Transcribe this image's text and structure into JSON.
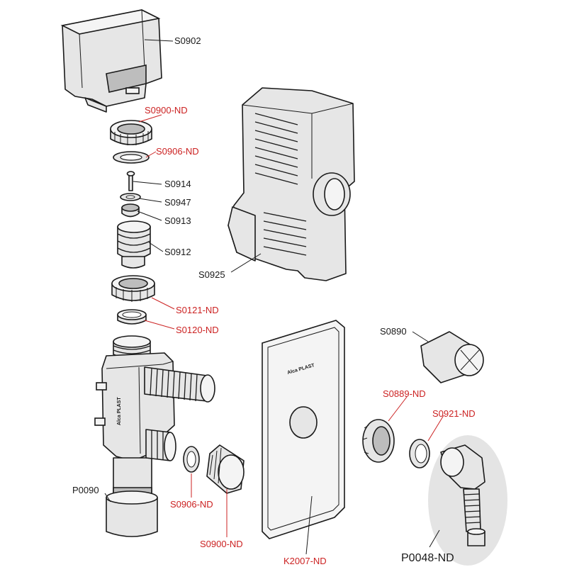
{
  "parts": {
    "s0902": "S0902",
    "s0900_top": "S0900-ND",
    "s0906_top": "S0906-ND",
    "s0914": "S0914",
    "s0947": "S0947",
    "s0913": "S0913",
    "s0912": "S0912",
    "s0121": "S0121-ND",
    "s0120": "S0120-ND",
    "s0925": "S0925",
    "s0890": "S0890",
    "s0889": "S0889-ND",
    "s0921": "S0921-ND",
    "p0090": "P0090",
    "s0906_bottom": "S0906-ND",
    "s0900_bottom": "S0900-ND",
    "k2007": "K2007-ND",
    "p0048": "P0048-ND"
  },
  "brand_marks": {
    "plate": "Alca PLAST",
    "body": "Alca PLAST"
  },
  "colors": {
    "label_black": "#1a1a1a",
    "label_red": "#cc2222",
    "part_fill": "#e6e6e6",
    "highlight": "#e4e4e4"
  }
}
